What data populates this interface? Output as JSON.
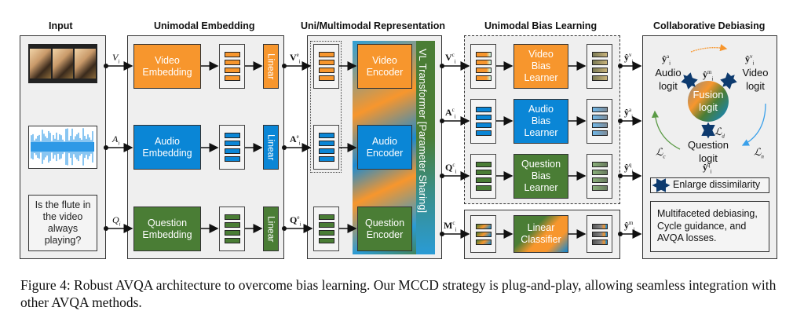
{
  "sections": {
    "input": "Input",
    "unimodal_embedding": "Unimodal Embedding",
    "representation": "Uni/Multimodal Representation",
    "bias_learning": "Unimodal Bias Learning",
    "collaborative": "Collaborative Debiasing"
  },
  "input": {
    "question_text": "Is the flute in the video always playing?",
    "signals": {
      "video": "V",
      "audio": "A",
      "question": "Q",
      "sub": "i"
    }
  },
  "embedding": {
    "video": "Video Embedding",
    "audio": "Audio Embedding",
    "question": "Question Embedding",
    "linear": "Linear",
    "outputs": {
      "video": "V",
      "audio": "A",
      "question": "Q",
      "sup": "e",
      "sub": "i"
    }
  },
  "representation": {
    "video_encoder": "Video Encoder",
    "audio_encoder": "Audio Encoder",
    "question_encoder": "Question Encoder",
    "transformer_label": "VL Transformer [Parameter Sharing]",
    "outputs": {
      "video": "V",
      "audio": "A",
      "question": "Q",
      "multi": "M",
      "sup": "c",
      "sub": "i"
    }
  },
  "bias_learning": {
    "video": "Video Bias Learner",
    "audio": "Audio Bias Learner",
    "question": "Question Bias Learner",
    "classifier": "Linear Classifier",
    "outputs": {
      "video": "v",
      "audio": "a",
      "question": "q",
      "multi": "m",
      "symbol": "ŷ",
      "sub": "i"
    }
  },
  "collaborative": {
    "audio_logit": "Audio logit",
    "video_logit": "Video logit",
    "fusion_logit": "Fusion logit",
    "question_logit": "Question logit",
    "loss_d": "ℒ",
    "loss_d_sub": "d",
    "loss_c": "ℒ",
    "loss_c_sub": "c",
    "loss_n": "ℒ",
    "loss_n_sub": "n",
    "legend": "Enlarge dissimilarity",
    "summary": "Multifaceted debiasing, Cycle guidance, and AVQA losses."
  },
  "colors": {
    "video": "#f7962d",
    "audio": "#0a86d6",
    "question": "#4a7d35",
    "arrow_dark": "#0d3a6e"
  },
  "caption": "Figure 4: Robust AVQA architecture to overcome bias learning. Our MCCD strategy is plug-and-play, allowing seamless integration with other AVQA methods."
}
